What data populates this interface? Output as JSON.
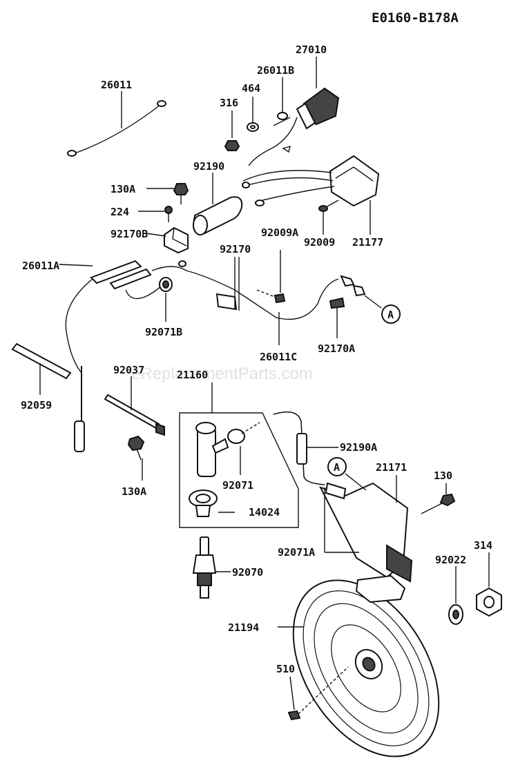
{
  "diagram_code": "E0160-B178A",
  "watermark": "eReplacementParts.com",
  "callout_ref": "A",
  "parts": [
    {
      "id": "p-26011",
      "label": "26011"
    },
    {
      "id": "p-27010",
      "label": "27010"
    },
    {
      "id": "p-26011b",
      "label": "26011B"
    },
    {
      "id": "p-464",
      "label": "464"
    },
    {
      "id": "p-316",
      "label": "316"
    },
    {
      "id": "p-92190",
      "label": "92190"
    },
    {
      "id": "p-130a-top",
      "label": "130A"
    },
    {
      "id": "p-224",
      "label": "224"
    },
    {
      "id": "p-92170b",
      "label": "92170B"
    },
    {
      "id": "p-92170",
      "label": "92170"
    },
    {
      "id": "p-92009a",
      "label": "92009A"
    },
    {
      "id": "p-92009",
      "label": "92009"
    },
    {
      "id": "p-21177",
      "label": "21177"
    },
    {
      "id": "p-26011a",
      "label": "26011A"
    },
    {
      "id": "p-92071b",
      "label": "92071B"
    },
    {
      "id": "p-26011c",
      "label": "26011C"
    },
    {
      "id": "p-92170a",
      "label": "92170A"
    },
    {
      "id": "p-92059",
      "label": "92059"
    },
    {
      "id": "p-92037",
      "label": "92037"
    },
    {
      "id": "p-21160",
      "label": "21160"
    },
    {
      "id": "p-130a-bot",
      "label": "130A"
    },
    {
      "id": "p-92071",
      "label": "92071"
    },
    {
      "id": "p-14024",
      "label": "14024"
    },
    {
      "id": "p-92190a",
      "label": "92190A"
    },
    {
      "id": "p-21171",
      "label": "21171"
    },
    {
      "id": "p-130",
      "label": "130"
    },
    {
      "id": "p-92071a",
      "label": "92071A"
    },
    {
      "id": "p-92070",
      "label": "92070"
    },
    {
      "id": "p-92022",
      "label": "92022"
    },
    {
      "id": "p-314",
      "label": "314"
    },
    {
      "id": "p-21194",
      "label": "21194"
    },
    {
      "id": "p-510",
      "label": "510"
    }
  ]
}
